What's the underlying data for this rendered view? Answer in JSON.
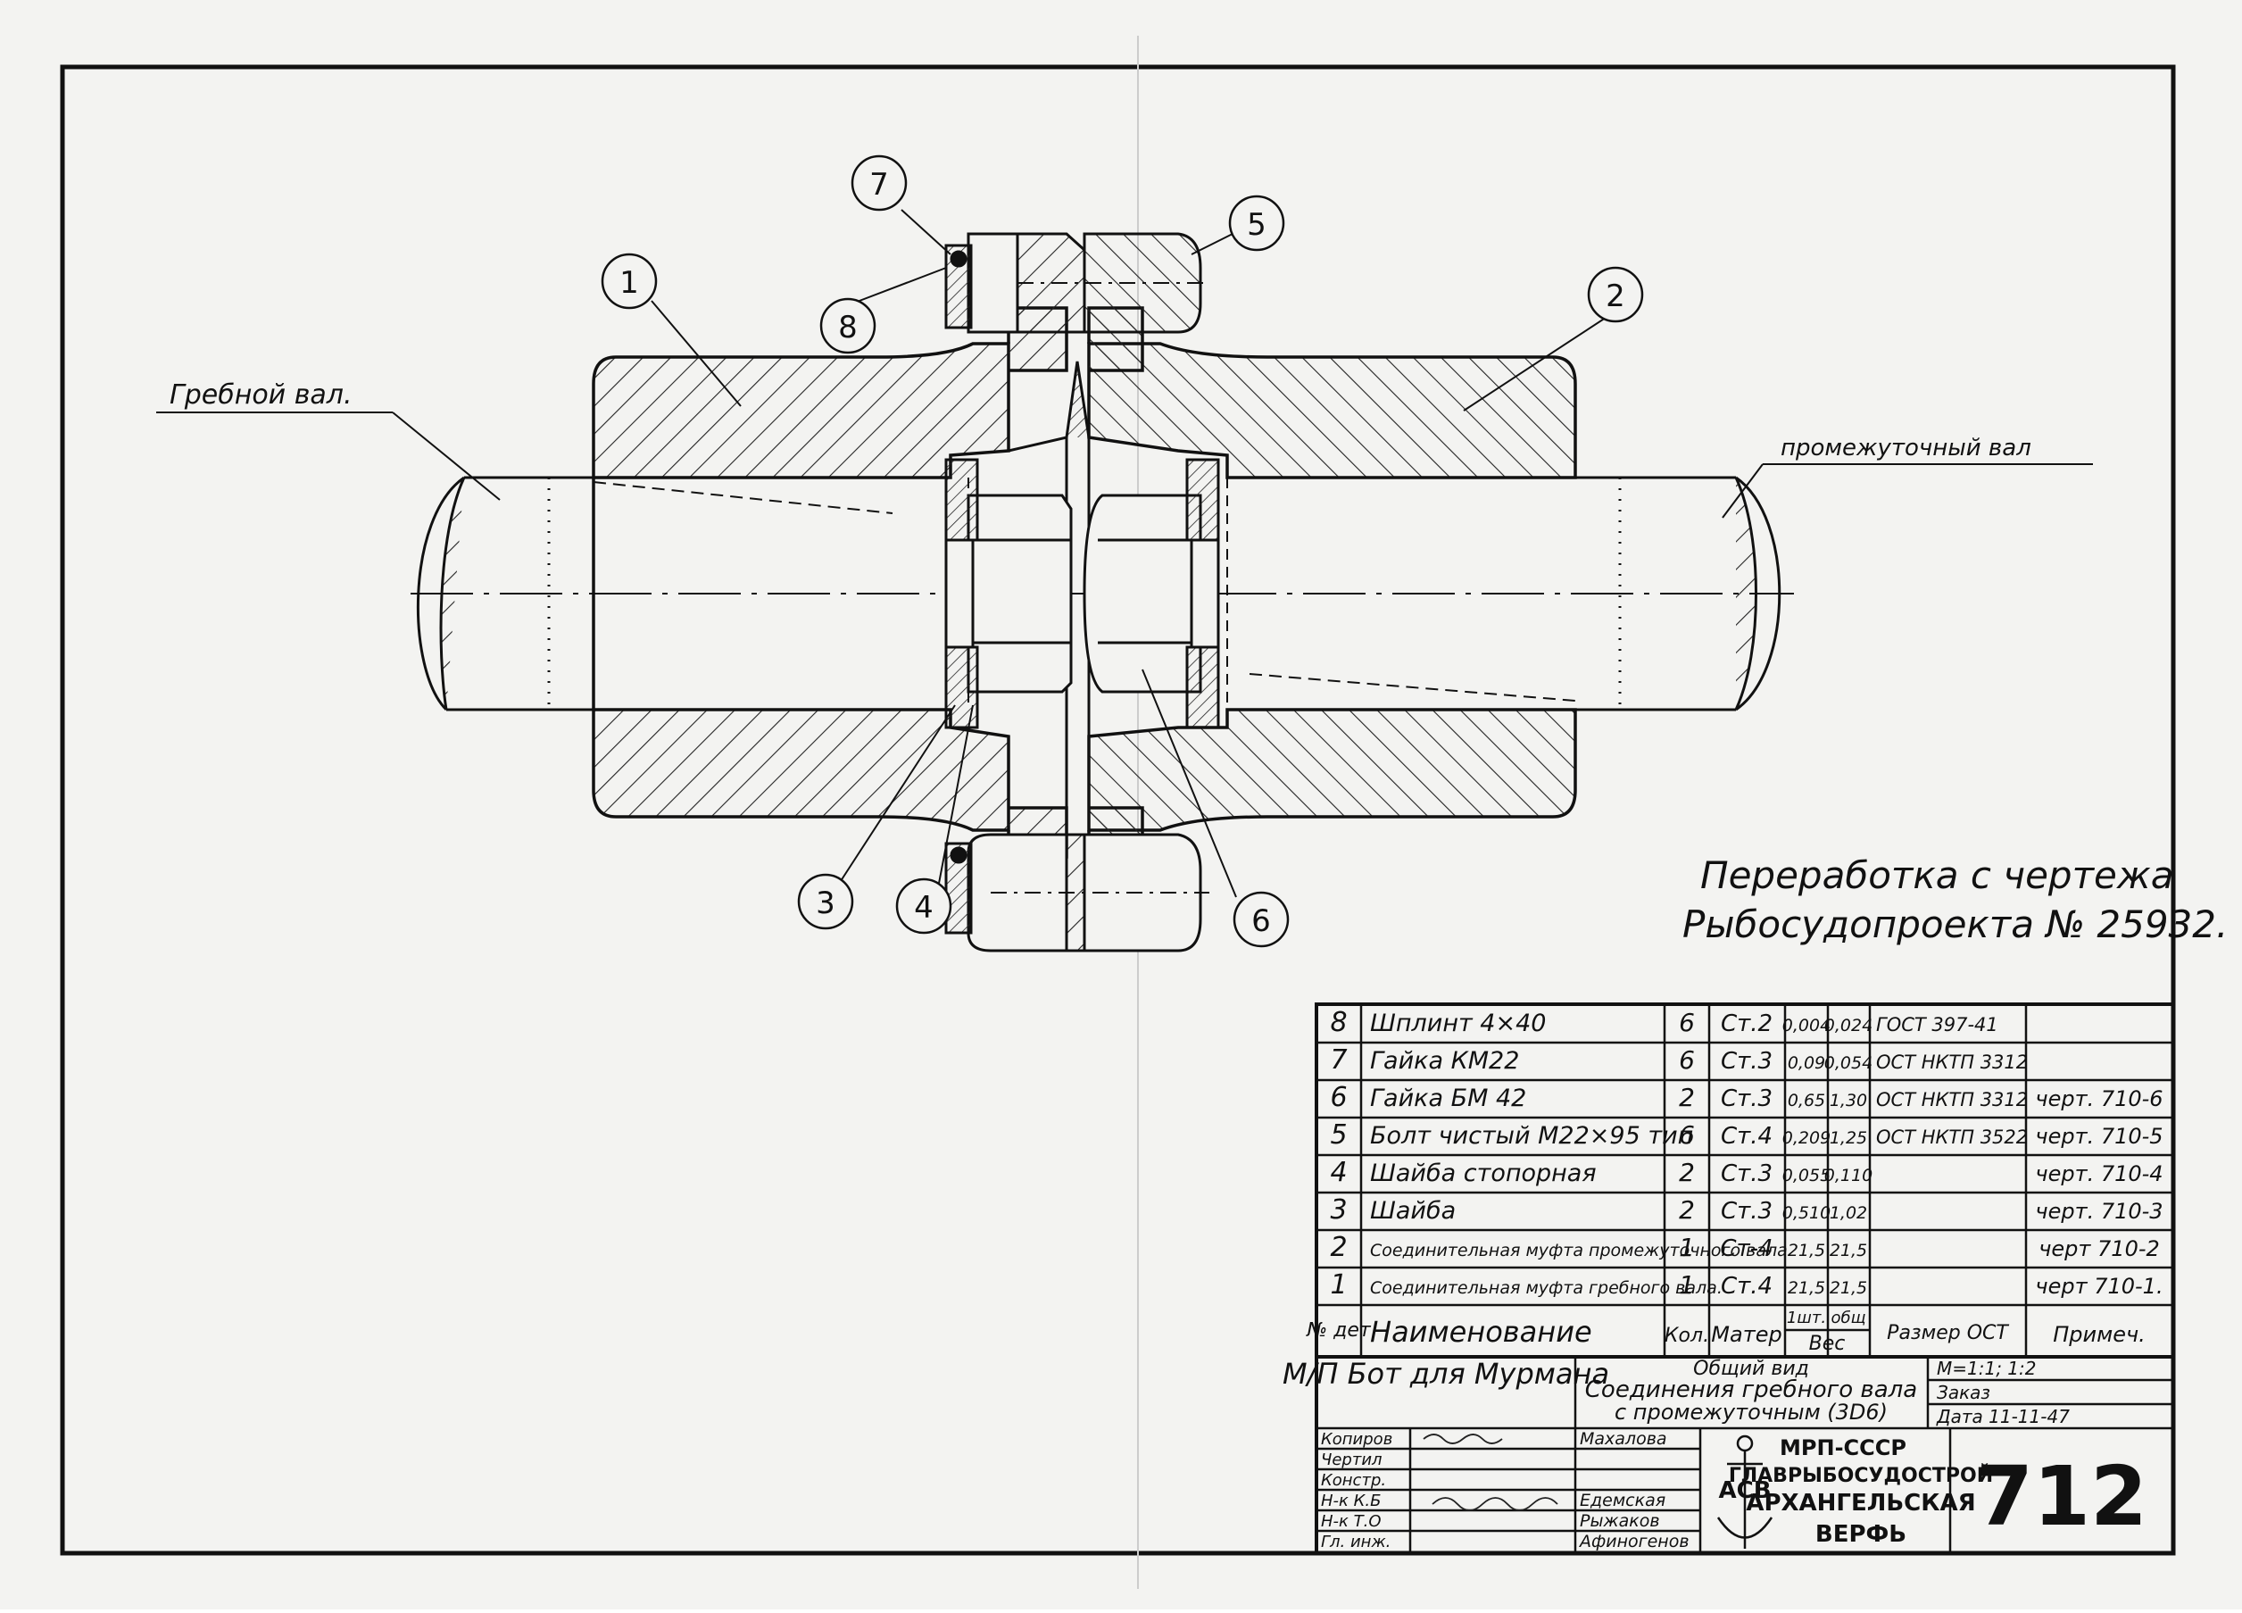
{
  "callouts": [
    "1",
    "2",
    "3",
    "4",
    "5",
    "6",
    "7",
    "8"
  ],
  "labels": {
    "propeller_shaft": "Гребной вал.",
    "intermediate_shaft": "промежуточный вал",
    "rework_line1": "Переработка с чертежа",
    "rework_line2": "Рыбосудопроекта № 25932."
  },
  "bom": {
    "rows": [
      {
        "num": "8",
        "name": "Шплинт  4×40",
        "qty": "6",
        "mat": "Ст.2",
        "w1": "0,004",
        "wt": "0,024",
        "std": "ГОСТ 397-41",
        "note": ""
      },
      {
        "num": "7",
        "name": "Гайка  КМ22",
        "qty": "6",
        "mat": "Ст.3",
        "w1": "0,09",
        "wt": "0,054",
        "std": "ОСТ НКТП 3312",
        "note": ""
      },
      {
        "num": "6",
        "name": "Гайка  БМ 42",
        "qty": "2",
        "mat": "Ст.3",
        "w1": "0,65",
        "wt": "1,30",
        "std": "ОСТ НКТП 3312",
        "note": "черт. 710-6"
      },
      {
        "num": "5",
        "name": "Болт чистый М22×95 тип",
        "qty": "6",
        "mat": "Ст.4",
        "w1": "0,209",
        "wt": "1,25",
        "std": "ОСТ НКТП 3522",
        "note": "черт. 710-5"
      },
      {
        "num": "4",
        "name": "Шайба стопорная",
        "qty": "2",
        "mat": "Ст.3",
        "w1": "0,055",
        "wt": "0,110",
        "std": "",
        "note": "черт. 710-4"
      },
      {
        "num": "3",
        "name": "Шайба",
        "qty": "2",
        "mat": "Ст.3",
        "w1": "0,510",
        "wt": "1,02",
        "std": "",
        "note": "черт. 710-3"
      },
      {
        "num": "2",
        "name": "Соединительная муфта промежуточного вала",
        "qty": "1",
        "mat": "Ст-4",
        "w1": "21,5",
        "wt": "21,5",
        "std": "",
        "note": "черт 710-2"
      },
      {
        "num": "1",
        "name": "Соединительная муфта гребного вала.",
        "qty": "1",
        "mat": "Ст.4",
        "w1": "21,5",
        "wt": "21,5",
        "std": "",
        "note": "черт 710-1."
      }
    ],
    "header": {
      "num": "№ дет",
      "name": "Наименование",
      "qty": "Кол.",
      "mat": "Матер",
      "weight": "Вес",
      "w1": "1шт.",
      "wt": "общ",
      "std": "Размер ОСТ",
      "note": "Примеч."
    }
  },
  "title_block": {
    "vessel": "М/П Бот для Мурмана",
    "title_line1": "Общий вид",
    "title_line2": "Соединения гребного вала",
    "title_line3": "с промежуточным (3D6)",
    "scale": "М=1:1; 1:2",
    "order": "Заказ",
    "date": "Дата 11-11-47",
    "roles": [
      "Копиров",
      "Чертил",
      "Констр.",
      "Н-к К.Б",
      "Н-к Т.О",
      "Гл. инж."
    ],
    "names": [
      "Махалова",
      "",
      "",
      "Едемская",
      "Рыжаков",
      "Афиногенов"
    ],
    "org1": "МРП-СССР",
    "org2": "ГЛАВРЫБОСУДОСТРОЙ",
    "org3": "АРХАНГЕЛЬСКАЯ",
    "org4": "ВЕРФЬ",
    "logo_letters": "АСВ",
    "drawing_number": "712"
  }
}
